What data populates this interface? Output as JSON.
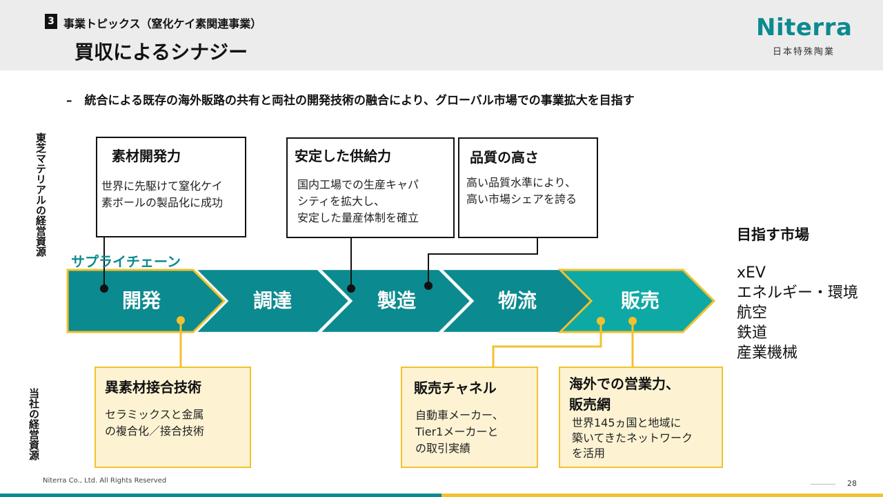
{
  "header": {
    "section_number": "3",
    "section_label": "事業トピックス（窒化ケイ素関連事業）",
    "title": "買収によるシナジー",
    "logo_word": "Niterra",
    "logo_sub": "日本特殊陶業"
  },
  "lead": {
    "dash": "–",
    "text": "統合による既存の海外販路の共有と両社の開発技術の融合により、グローバル市場での事業拡大を目指す"
  },
  "side_labels": {
    "top": "東芝マテリアルの経営資源",
    "bottom": "当社の経営資源"
  },
  "top_boxes": [
    {
      "title": "素材開発力",
      "desc": "世界に先駆けて窒化ケイ\n素ボールの製品化に成功"
    },
    {
      "title": "安定した供給力",
      "desc": "国内工場での生産キャパ\nシティを拡大し、\n安定した量産体制を確立"
    },
    {
      "title": "品質の高さ",
      "desc": "高い品質水準により、\n高い市場シェアを誇る"
    }
  ],
  "supply_chain": {
    "label": "サプライチェーン",
    "steps": [
      "開発",
      "調達",
      "製造",
      "物流",
      "販売"
    ]
  },
  "bottom_boxes": [
    {
      "title": "異素材接合技術",
      "desc": "セラミックスと金属\nの複合化／接合技術"
    },
    {
      "title": "販売チャネル",
      "desc": "自動車メーカー、\nTier1メーカーと\nの取引実績"
    },
    {
      "title": "海外での営業力、\n販売網",
      "desc": "世界145ヵ国と地域に\n築いてきたネットワーク\nを活用"
    }
  ],
  "markets": {
    "title": "目指す市場",
    "items": [
      "xEV",
      "エネルギー・環境",
      "航空",
      "鉄道",
      "産業機械"
    ]
  },
  "footer": {
    "copyright": "Niterra Co., Ltd. All Rights Reserved",
    "page": "28"
  },
  "colors": {
    "teal": "#0b8a8f",
    "teal_light": "#0fa9a5",
    "yellow": "#f2c12e",
    "yellow_fill": "#fdf3d3"
  }
}
